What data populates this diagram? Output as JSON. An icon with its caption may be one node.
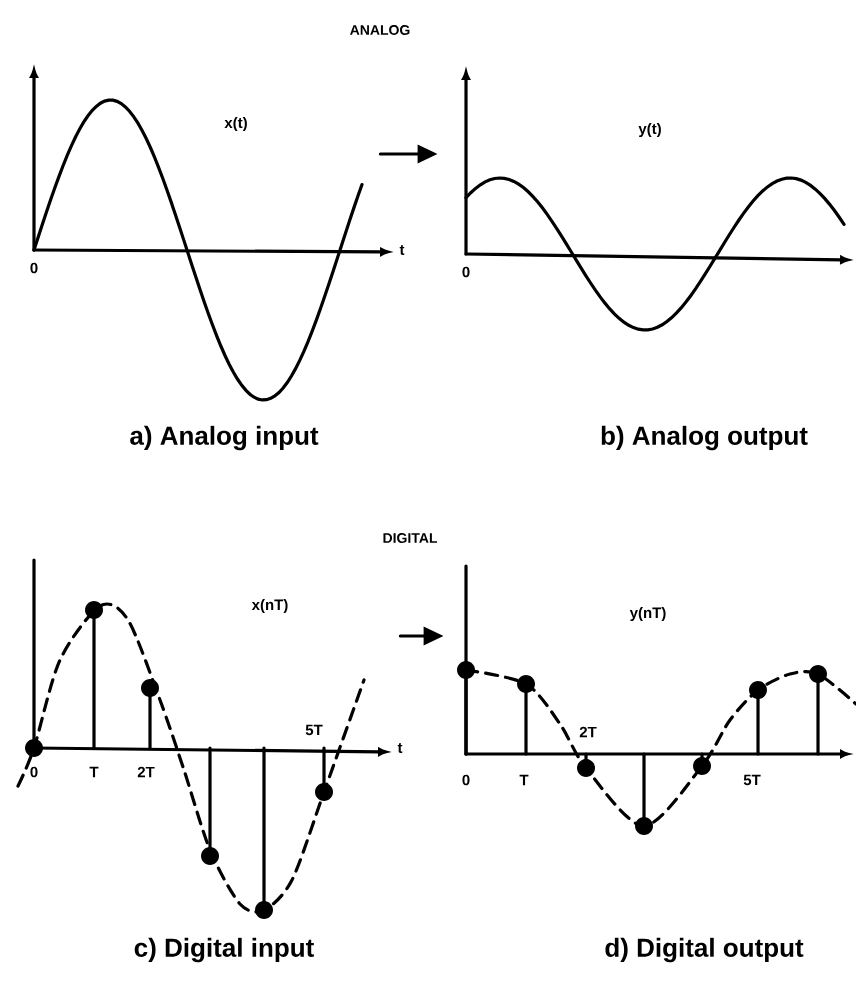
{
  "diagram": {
    "nodes": [
      {
        "text": [],
        "shape": "picture",
        "beside": [
          "a) Analog input"
        ]
      },
      {
        "text": [],
        "shape": "picture",
        "beside": [
          "b) Analog output"
        ]
      },
      {
        "text": [],
        "shape": "picture",
        "beside": [
          "c) Digital input"
        ]
      },
      {
        "text": [],
        "shape": "picture",
        "beside": [
          "d) Digital output"
        ]
      }
    ],
    "edges": [
      {
        "from": 0,
        "to": 1,
        "arrow": "to"
      },
      {
        "from": 2,
        "to": 3,
        "arrow": "to"
      }
    ],
    "labels": [
      "ANALOG",
      "x(t)",
      "0",
      "t",
      "y(t)",
      "0",
      "DIGITAL",
      "x(nT)",
      "0",
      "T",
      "2T",
      "5T",
      "t",
      "y(nT)",
      "0",
      "T",
      "2T",
      "5T"
    ]
  }
}
